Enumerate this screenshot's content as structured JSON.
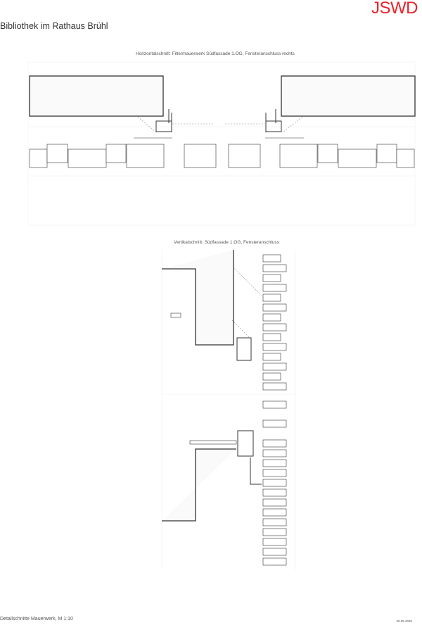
{
  "header": {
    "logo": "JSWD",
    "project_title": "Bibliothek im Rathaus Brühl"
  },
  "drawings": [
    {
      "caption": "Horizontalschnitt: Filtermauerwerk Südfassade 1.OG, Fensteranschluss rechts"
    },
    {
      "caption": "Vertikalschnitt: Südfassade 1.OG, Fensteranschluss"
    }
  ],
  "footer": {
    "sheet_title": "Detailschnitte Mauerwerk, M 1:10",
    "date": "28.05.2025"
  }
}
